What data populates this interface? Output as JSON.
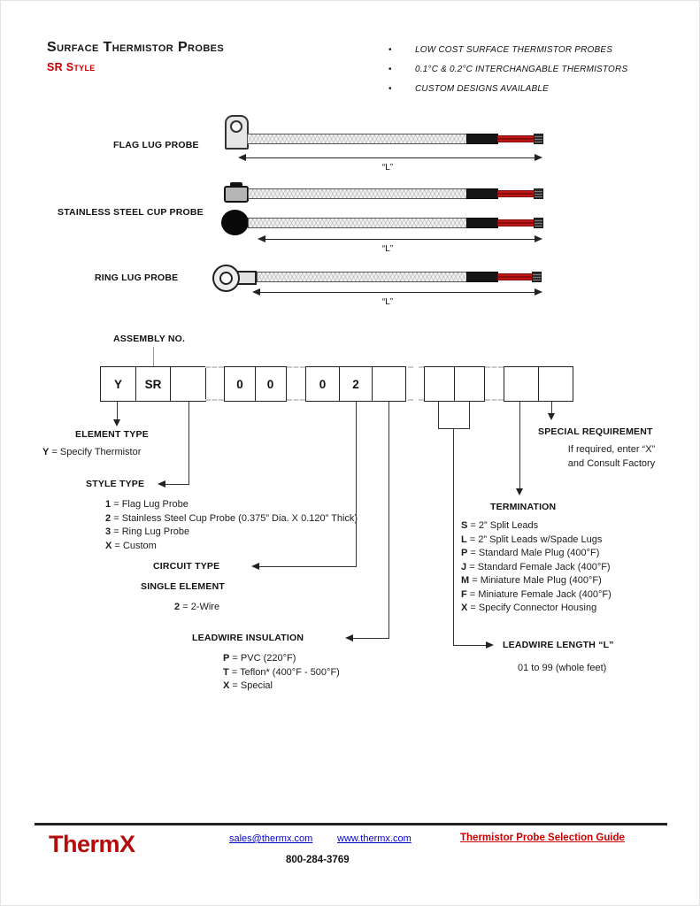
{
  "header": {
    "title": "Surface Thermistor Probes",
    "subtitle": "SR Style",
    "bullets": [
      "LOW COST SURFACE THERMISTOR PROBES",
      "0.1°C & 0.2°C INTERCHANGABLE THERMISTORS",
      "CUSTOM DESIGNS AVAILABLE"
    ]
  },
  "probes": {
    "flag": {
      "label": "FLAG LUG PROBE",
      "dim": "“L”"
    },
    "cup": {
      "label": "STAINLESS STEEL CUP PROBE",
      "dim": "“L”"
    },
    "ring": {
      "label": "RING LUG PROBE",
      "dim": "“L”"
    }
  },
  "assembly": {
    "title": "ASSEMBLY NO.",
    "groups": [
      {
        "cells": [
          "Y",
          "SR",
          ""
        ]
      },
      {
        "cells": [
          "0",
          "0"
        ]
      },
      {
        "cells": [
          "0",
          "2",
          ""
        ]
      },
      {
        "cells": [
          "",
          ""
        ]
      },
      {
        "cells": [
          "",
          ""
        ]
      }
    ],
    "element_type": {
      "title": "ELEMENT TYPE",
      "options": [
        {
          "code": "Y",
          "desc": "Specify Thermistor"
        }
      ]
    },
    "style_type": {
      "title": "STYLE TYPE",
      "options": [
        {
          "code": "1",
          "desc": "Flag Lug Probe"
        },
        {
          "code": "2",
          "desc": "Stainless Steel Cup Probe (0.375” Dia. X 0.120” Thick)"
        },
        {
          "code": "3",
          "desc": "Ring Lug Probe"
        },
        {
          "code": "X",
          "desc": "Custom"
        }
      ]
    },
    "circuit_type": {
      "title": "CIRCUIT TYPE",
      "subtitle": "SINGLE ELEMENT",
      "options": [
        {
          "code": "2",
          "desc": "2-Wire"
        }
      ]
    },
    "leadwire_insulation": {
      "title": "LEADWIRE INSULATION",
      "options": [
        {
          "code": "P",
          "desc": "PVC  (220°F)"
        },
        {
          "code": "T",
          "desc": "Teflon* (400°F - 500°F)"
        },
        {
          "code": "X",
          "desc": "Special"
        }
      ]
    },
    "termination": {
      "title": "TERMINATION",
      "options": [
        {
          "code": "S",
          "desc": "2” Split Leads"
        },
        {
          "code": "L",
          "desc": "2” Split Leads w/Spade Lugs"
        },
        {
          "code": "P",
          "desc": "Standard Male Plug (400°F)"
        },
        {
          "code": "J",
          "desc": "Standard Female Jack (400°F)"
        },
        {
          "code": "M",
          "desc": "Miniature Male Plug (400°F)"
        },
        {
          "code": "F",
          "desc": "Miniature Female Jack (400°F)"
        },
        {
          "code": "X",
          "desc": "Specify Connector Housing"
        }
      ]
    },
    "special_requirement": {
      "title": "SPECIAL REQUIREMENT",
      "line1": "If required, enter “X”",
      "line2": "and Consult Factory"
    },
    "leadwire_length": {
      "title": "LEADWIRE LENGTH “L”",
      "sub": "01 to 99 (whole feet)"
    }
  },
  "symbols": {
    "eq": "=",
    "bullet": "•"
  },
  "footer": {
    "logo": "ThermX",
    "email": "sales@thermx.com",
    "website": "www.thermx.com",
    "guide": "Thermistor Probe Selection Guide",
    "phone": "800-284-3769"
  },
  "colors": {
    "accent_red": "#c00000",
    "link_blue": "#0000cc",
    "cable_black": "#151515",
    "cable_red": "#c01616"
  }
}
